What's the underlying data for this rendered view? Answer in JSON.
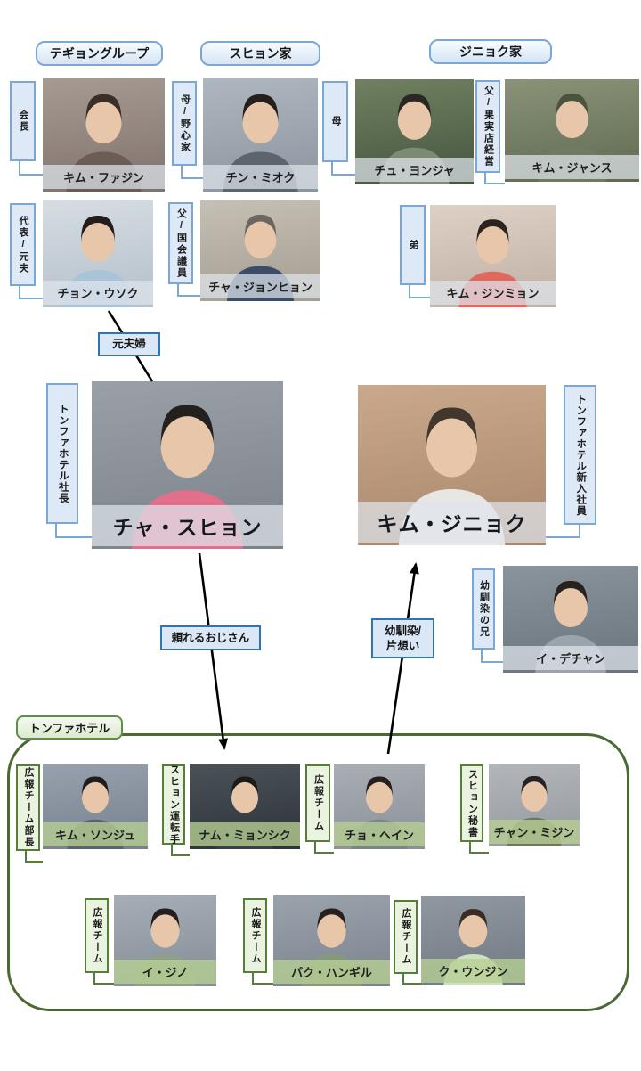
{
  "diagram": {
    "groups": [
      {
        "label": "テギョングループ"
      },
      {
        "label": "スヒョン家"
      },
      {
        "label": "ジニョク家"
      },
      {
        "label": "トンファホテル"
      }
    ],
    "relations": [
      {
        "label": "元夫婦"
      },
      {
        "label": "頼れるおじさん"
      },
      {
        "line1": "幼馴染/",
        "line2": "片想い"
      }
    ],
    "people": [
      {
        "role": "会長",
        "name": "キム・ファジン",
        "photo": {
          "bg": [
            "#a79a92",
            "#7e736c"
          ],
          "clothing": "#6b5d55",
          "hair": "#3a2e28"
        }
      },
      {
        "role": "母/野心家",
        "name": "チン・ミオク",
        "photo": {
          "bg": [
            "#aeb6bf",
            "#8c959f"
          ],
          "clothing": "#5c646e",
          "hair": "#241f1d"
        }
      },
      {
        "role": "母",
        "name": "チュ・ヨンジャ",
        "photo": {
          "bg": [
            "#6f8160",
            "#465540"
          ],
          "clothing": "#7d8a74",
          "hair": "#2a2624"
        }
      },
      {
        "role": "父/果実店経営",
        "name": "キム・ジャンス",
        "photo": {
          "bg": [
            "#8a9378",
            "#5f6a50"
          ],
          "clothing": "#6e7a62",
          "hair": "#49543e"
        }
      },
      {
        "role": "代表/元夫",
        "name": "チョン・ウソク",
        "photo": {
          "bg": [
            "#d6dde3",
            "#b4bfc9"
          ],
          "clothing": "#a9c3d9",
          "hair": "#221d1b"
        }
      },
      {
        "role": "父/国会議員",
        "name": "チャ・ジョンヒョン",
        "photo": {
          "bg": [
            "#c5bfb4",
            "#a39d92"
          ],
          "clothing": "#3c4c68",
          "hair": "#6b6660"
        }
      },
      {
        "role": "弟",
        "name": "キム・ジンミョン",
        "photo": {
          "bg": [
            "#ddd0c5",
            "#c0b0a5"
          ],
          "clothing": "#e0695e",
          "hair": "#2b231f"
        }
      },
      {
        "role": "トンファホテル社長",
        "name": "チャ・スヒョン",
        "photo": {
          "bg": [
            "#9aa0a7",
            "#7c8289"
          ],
          "clothing": "#e2708c",
          "hair": "#24201e"
        }
      },
      {
        "role": "トンファホテル新入社員",
        "name": "キム・ジニョク",
        "photo": {
          "bg": [
            "#caa88b",
            "#a8876c"
          ],
          "clothing": "#e8e6e2",
          "hair": "#41372e"
        }
      },
      {
        "role": "幼馴染の兄",
        "name": "イ・デチャン",
        "photo": {
          "bg": [
            "#8a949c",
            "#6a747c"
          ],
          "clothing": "#9aa4ac",
          "hair": "#28221e"
        }
      },
      {
        "role": "広報チーム部長",
        "name": "キム・ソンジュ",
        "photo": {
          "bg": [
            "#96a1ad",
            "#76818d"
          ],
          "clothing": "#5a626c",
          "hair": "#211d1b"
        }
      },
      {
        "role": "スヒョン運転手",
        "name": "ナム・ミョンシク",
        "photo": {
          "bg": [
            "#4a5258",
            "#2d3338"
          ],
          "clothing": "#3a4046",
          "hair": "#1d1a18"
        }
      },
      {
        "role": "広報チーム",
        "name": "チョ・ヘイン",
        "photo": {
          "bg": [
            "#a9aeb4",
            "#8a9096"
          ],
          "clothing": "#7d8588",
          "hair": "#241f1d"
        }
      },
      {
        "role": "スヒョン秘書",
        "name": "チャン・ミジン",
        "photo": {
          "bg": [
            "#b2b6ba",
            "#94999e"
          ],
          "clothing": "#6e7561",
          "hair": "#26211f"
        }
      },
      {
        "role": "広報チーム",
        "name": "イ・ジノ",
        "photo": {
          "bg": [
            "#a5adb6",
            "#848d96"
          ],
          "clothing": "#8fa08a",
          "hair": "#241f1c"
        }
      },
      {
        "role": "広報チーム",
        "name": "パク・ハンギル",
        "photo": {
          "bg": [
            "#9aa2ac",
            "#7b848e"
          ],
          "clothing": "#87987f",
          "hair": "#26211e"
        }
      },
      {
        "role": "広報チーム",
        "name": "ク・ウンジン",
        "photo": {
          "bg": [
            "#8f97a0",
            "#717983"
          ],
          "clothing": "#cfe0c2",
          "hair": "#382e26"
        }
      }
    ]
  },
  "colors": {
    "blue_border": "#7ba7d7",
    "blue_fill": "#dde9f7",
    "blue_dark": "#2e75b6",
    "green_border": "#567d39",
    "green_fill": "#eaf3e0",
    "hotel_border": "#4b6a33",
    "arrow": "#000000"
  }
}
